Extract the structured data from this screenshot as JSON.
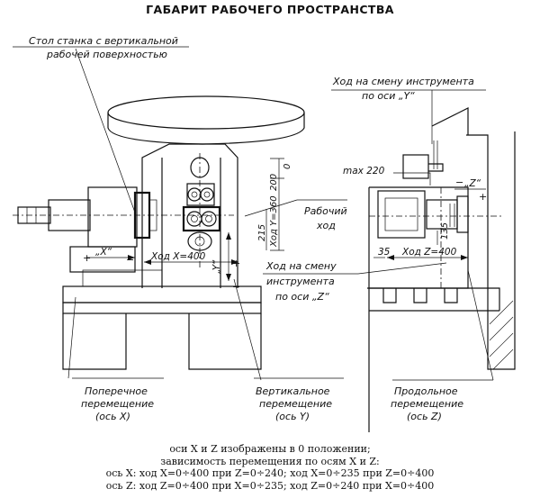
{
  "title": "ГАБАРИТ РАБОЧЕГО ПРОСТРАНСТВА",
  "labels": {
    "table_line1": "Стол станка с вертикальной",
    "table_line2": "рабочей поверхностью",
    "tool_y_line1": "Ход на смену инструмента",
    "tool_y_line2": "по оси „Y“",
    "tool_z_line1": "Ход на смену",
    "tool_z_line2": "инструмента",
    "tool_z_line3": "по оси „Z“",
    "work_line1": "Рабочий",
    "work_line2": "ход",
    "transverse_line1": "Поперечное",
    "transverse_line2": "перемещение",
    "transverse_line3": "(ось X)",
    "vertical_line1": "Вертикальное",
    "vertical_line2": "перемещение",
    "vertical_line3": "(ось Y)",
    "longitudinal_line1": "Продольное",
    "longitudinal_line2": "перемещение",
    "longitudinal_line3": "(ось Z)"
  },
  "dimensions": {
    "hod_x": "Ход X=400",
    "hod_y": "Ход Y=360",
    "hod_z": "Ход Z=400",
    "max220": "max 220",
    "d0": "0",
    "d200": "200",
    "d215": "215",
    "d35": "35",
    "d135": "135"
  },
  "axis_marks": {
    "x_mark": "„X“",
    "y_mark": "„Y“",
    "z_mark": "„Z“",
    "plus": "+",
    "minus": "−"
  },
  "notes": {
    "line1": "оси X и Z изображены в 0 положении;",
    "line2": "зависимость перемещения  по осям X и Z:",
    "line3": "ось X: ход X=0÷400 при Z=0÷240; ход X=0÷235 при Z=0÷400",
    "line4": "ось Z: ход Z=0÷400 при X=0÷235; ход Z=0÷240 при X=0÷400"
  }
}
